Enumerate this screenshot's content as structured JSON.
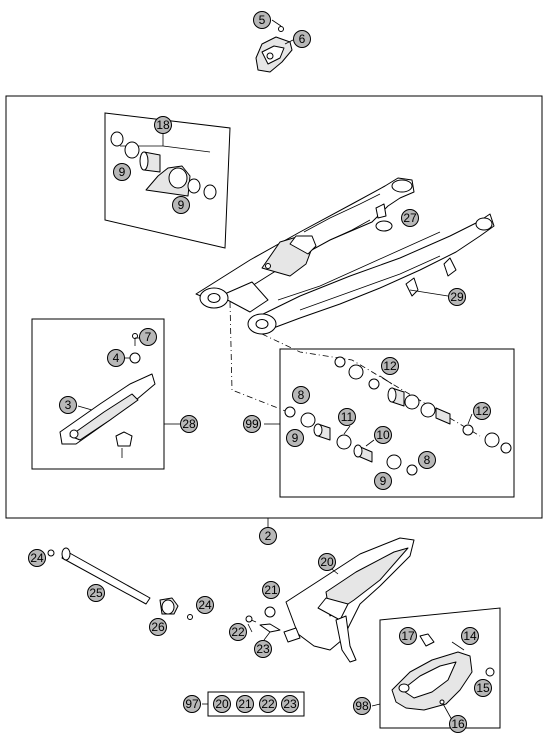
{
  "callouts": {
    "c5": "5",
    "c6": "6",
    "c18": "18",
    "c9a": "9",
    "c9b": "9",
    "c27": "27",
    "c29": "29",
    "c7": "7",
    "c4": "4",
    "c3": "3",
    "c28": "28",
    "c12a": "12",
    "c12b": "12",
    "c8a": "8",
    "c99": "99",
    "c9c": "9",
    "c11": "11",
    "c10": "10",
    "c8b": "8",
    "c9d": "9",
    "c2": "2",
    "c24a": "24",
    "c20a": "20",
    "c25": "25",
    "c21": "21",
    "c24b": "24",
    "c26": "26",
    "c22": "22",
    "c23": "23",
    "c17": "17",
    "c14": "14",
    "c15": "15",
    "c16": "16",
    "c98": "98",
    "c97": "97",
    "k20": "20",
    "k21": "21",
    "k22": "22",
    "k23": "23"
  }
}
